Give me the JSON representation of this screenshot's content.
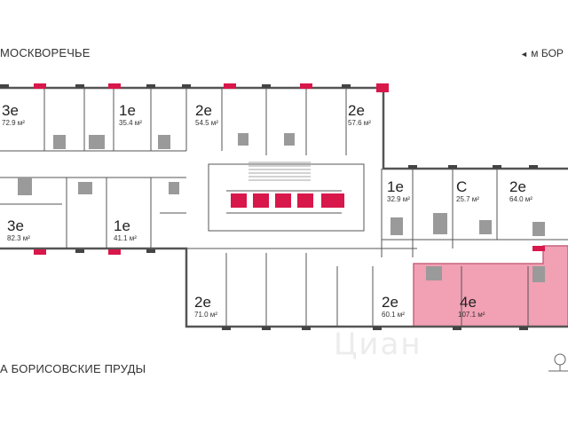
{
  "streets": {
    "top": "МОСКВОРЕЧЬЕ",
    "bottom": "А БОРИСОВСКИЕ ПРУДЫ"
  },
  "metro": {
    "arrow": "◄",
    "label": "м БОР"
  },
  "watermark": "Циан",
  "colors": {
    "highlight": "#f2a0b4",
    "window_accent": "#d8174b",
    "wall": "#555555",
    "wet_zone": "#9a9a9a"
  },
  "apartments": [
    {
      "id": "a1",
      "type": "3е",
      "area": "72.9 м²"
    },
    {
      "id": "a2",
      "type": "1е",
      "area": "35.4 м²"
    },
    {
      "id": "a3",
      "type": "2е",
      "area": "54.5 м²"
    },
    {
      "id": "a4",
      "type": "2е",
      "area": "57.6 м²"
    },
    {
      "id": "a5",
      "type": "1е",
      "area": "32.9 м²"
    },
    {
      "id": "a6",
      "type": "С",
      "area": "25.7 м²"
    },
    {
      "id": "a7",
      "type": "2е",
      "area": "64.0 м²"
    },
    {
      "id": "a8",
      "type": "3е",
      "area": "82.3 м²"
    },
    {
      "id": "a9",
      "type": "1е",
      "area": "41.1 м²"
    },
    {
      "id": "a10",
      "type": "2е",
      "area": "71.0 м²"
    },
    {
      "id": "a11",
      "type": "2е",
      "area": "60.1 м²"
    },
    {
      "id": "a12",
      "type": "4е",
      "area": "107.1 м²",
      "highlighted": true
    }
  ]
}
